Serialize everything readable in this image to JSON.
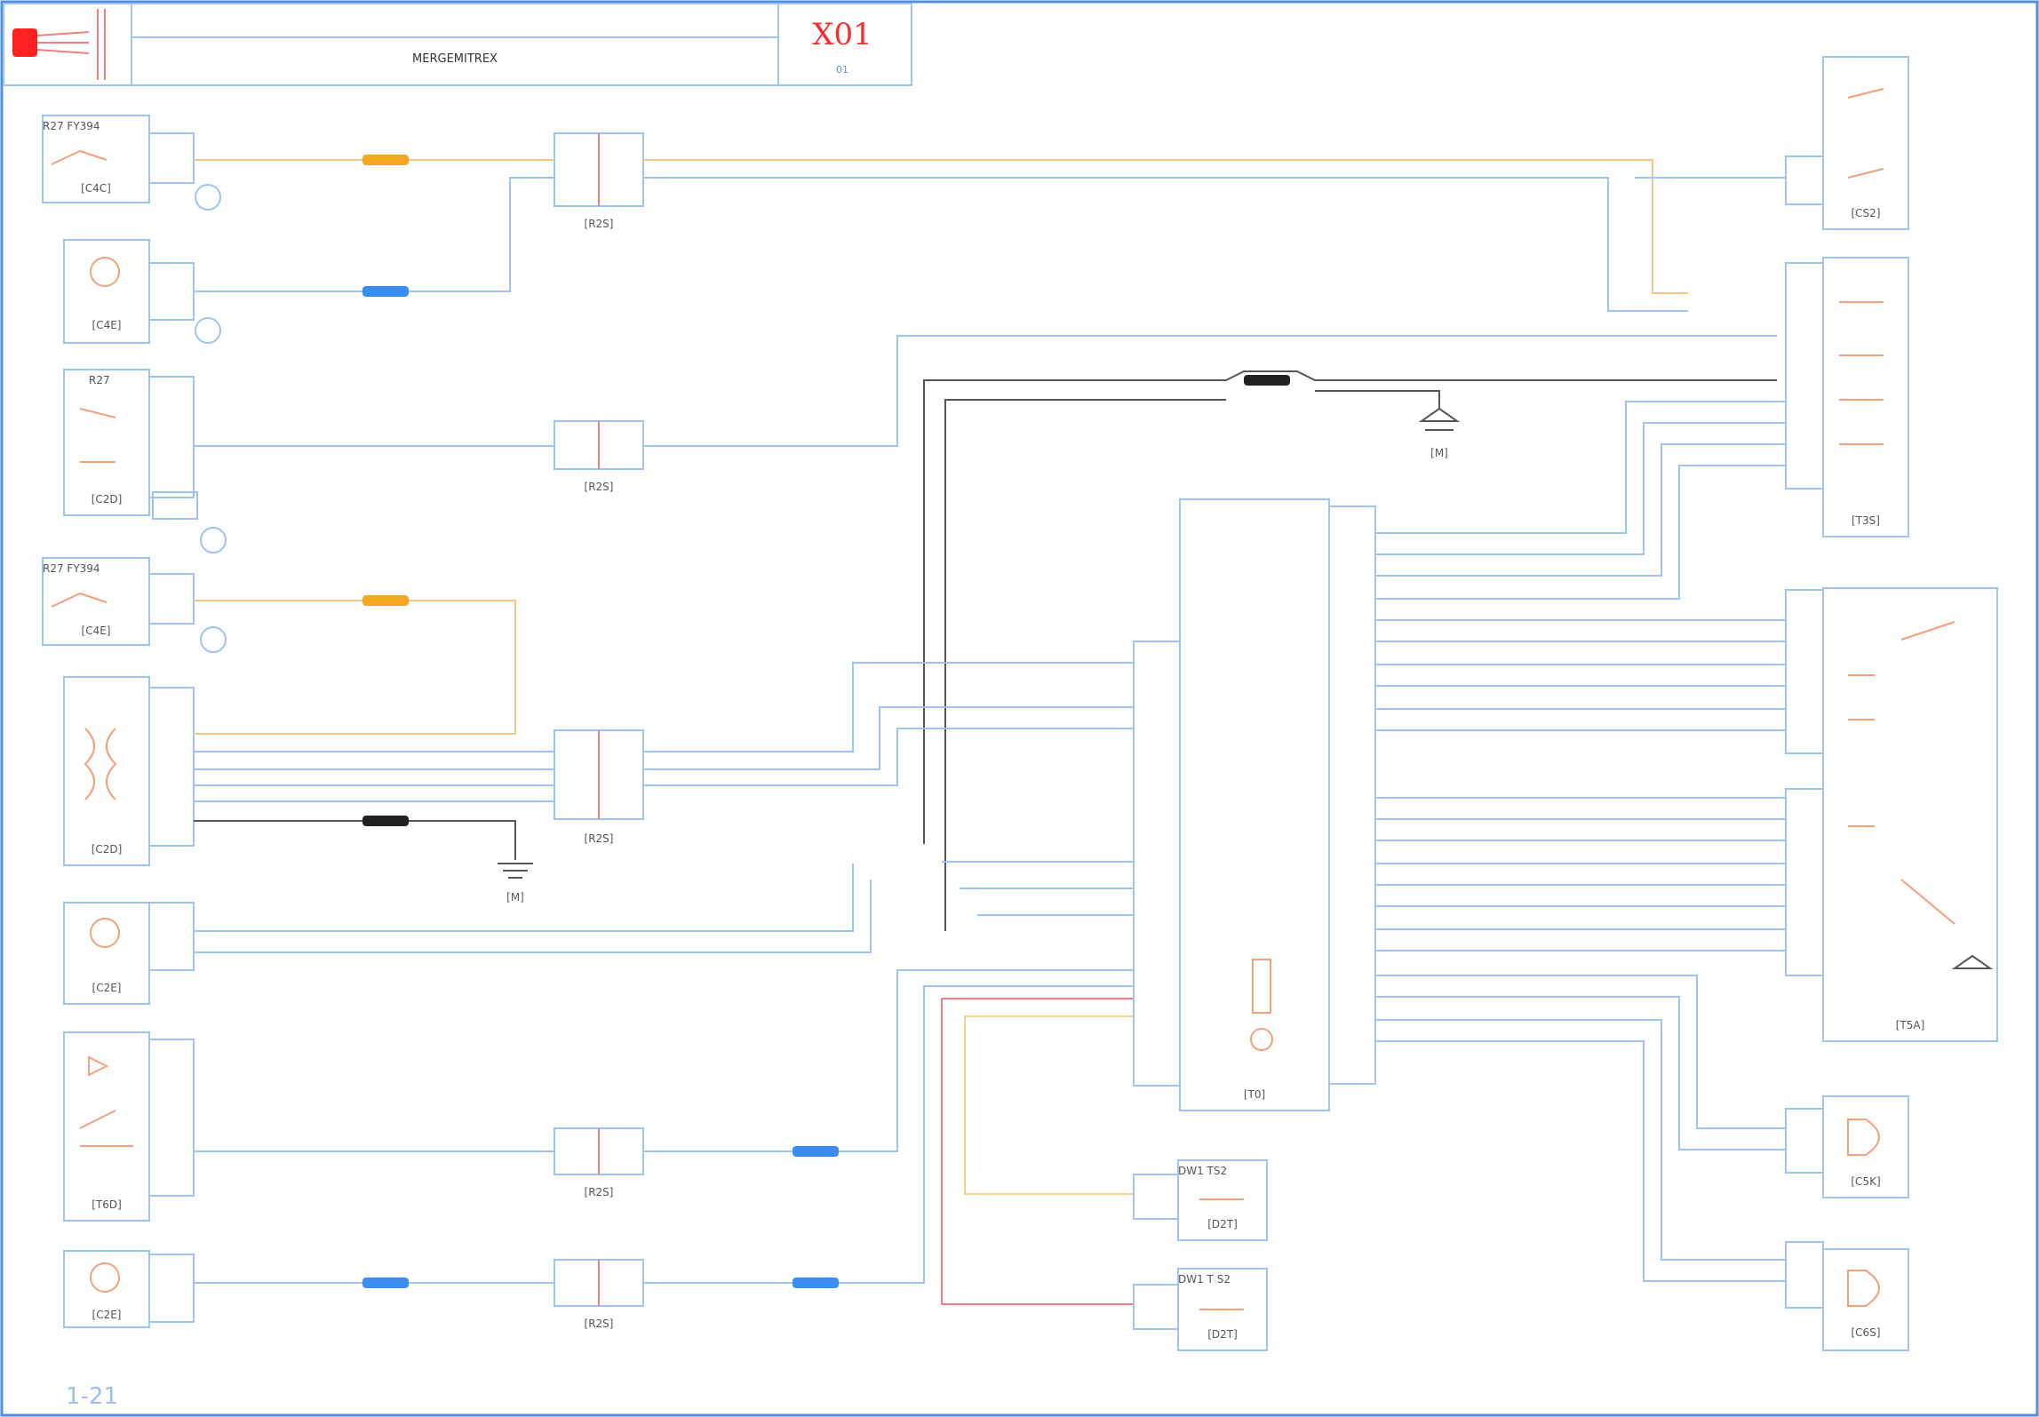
{
  "header": {
    "title": "MERGEMITREX",
    "sheet_code": "X01",
    "sheet_sub": "01"
  },
  "page_number": "1-21",
  "components": [
    {
      "id": "c1",
      "top": "R27   FY394",
      "code": "[C4C]"
    },
    {
      "id": "c2",
      "top": "",
      "code": "[C4E]"
    },
    {
      "id": "c3",
      "top": "R27",
      "code": "[C2D]"
    },
    {
      "id": "c4",
      "top": "R27   FY394",
      "code": "[C4E]"
    },
    {
      "id": "c5",
      "top": "",
      "code": "[C2D]"
    },
    {
      "id": "c6",
      "top": "",
      "code": "[C2E]"
    },
    {
      "id": "c7",
      "top": "",
      "code": "[T6D]"
    },
    {
      "id": "c8",
      "top": "",
      "code": "[C2E]"
    }
  ],
  "splices": [
    {
      "code": "[R2S]"
    },
    {
      "code": "[R2S]"
    },
    {
      "code": "[R2S]"
    },
    {
      "code": "[R2S]"
    },
    {
      "code": "[R2S]"
    }
  ],
  "grounds": [
    {
      "code": "[M]"
    },
    {
      "code": "[M]"
    }
  ],
  "ecu": {
    "code": "[T0]"
  },
  "right_components": [
    {
      "code": "[CS2]"
    },
    {
      "code": "[T3S]"
    },
    {
      "code": "[T5A]"
    },
    {
      "code": "[C5K]"
    },
    {
      "code": "[C6S]"
    }
  ],
  "bottom_components": [
    {
      "top": "DW1  TS2",
      "code": "[D2T]"
    },
    {
      "top": "DW1  T S2",
      "code": "[D2T]"
    }
  ]
}
